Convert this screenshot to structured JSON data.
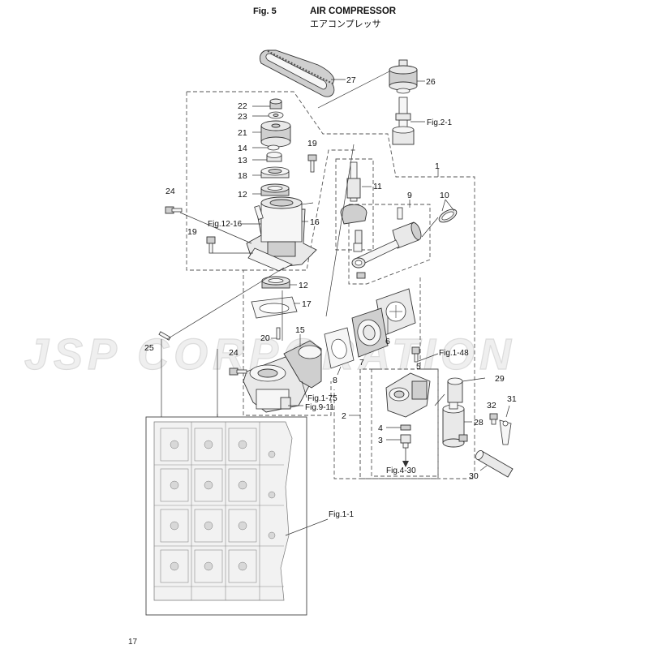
{
  "header": {
    "fig_label": "Fig. 5",
    "title_en": "AIR COMPRESSOR",
    "title_ja": "エアコンプレッサ"
  },
  "watermark": "JSP CORPORATION",
  "page_number": "17",
  "refs": {
    "fig_2_1": "Fig.2-1",
    "fig_12_16": "Fig.12-16",
    "fig_1_48": "Fig.1-48",
    "fig_1_75": "Fig.1-75",
    "fig_9_11": "Fig.9-11",
    "fig_4_30": "Fig.4-30",
    "fig_1_1": "Fig.1-1"
  },
  "parts": {
    "p1": "1",
    "p2": "2",
    "p3": "3",
    "p4": "4",
    "p5": "5",
    "p6": "6",
    "p7": "7",
    "p8": "8",
    "p9": "9",
    "p10": "10",
    "p11": "11",
    "p12a": "12",
    "p12b": "12",
    "p13": "13",
    "p14": "14",
    "p15": "15",
    "p16": "16",
    "p17": "17",
    "p18": "18",
    "p19a": "19",
    "p19b": "19",
    "p20": "20",
    "p21": "21",
    "p22": "22",
    "p23": "23",
    "p24a": "24",
    "p24b": "24",
    "p25": "25",
    "p26": "26",
    "p27": "27",
    "p28": "28",
    "p29": "29",
    "p30": "30",
    "p31": "31",
    "p32": "32"
  }
}
